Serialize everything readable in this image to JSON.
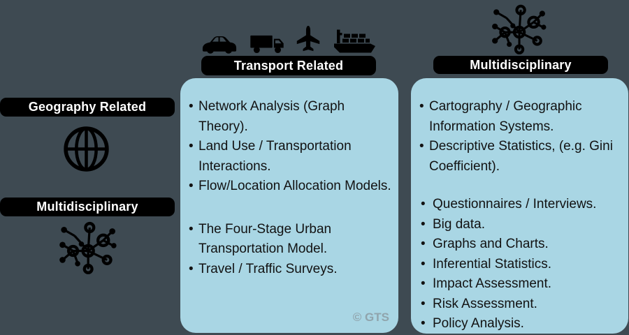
{
  "colors": {
    "background": "#3e4a52",
    "panel": "#a9d6e4",
    "bar": "#000000",
    "bar_text": "#ffffff",
    "body_text": "#121212",
    "watermark": "#90a4ac"
  },
  "left_panel": {
    "sections": [
      {
        "label": "Geography Related",
        "icon": "globe-icon"
      },
      {
        "label": "Multidisciplinary",
        "icon": "network-icon"
      }
    ]
  },
  "columns": [
    {
      "header": "Transport Related",
      "icons": [
        "car-icon",
        "truck-icon",
        "airplane-icon",
        "cargo-ship-icon"
      ],
      "groups": [
        {
          "items": [
            "Network Analysis (Graph Theory).",
            "Land Use / Transportation Interactions.",
            "Flow/Location Allocation Models."
          ]
        },
        {
          "items": [
            "The Four-Stage Urban Transportation Model.",
            "Travel / Traffic Surveys."
          ]
        }
      ],
      "watermark": "© GTS"
    },
    {
      "header": "Multidisciplinary",
      "icons": [
        "network-icon"
      ],
      "groups": [
        {
          "items": [
            "Cartography / Geographic Information Systems.",
            "Descriptive Statistics, (e.g. Gini Coefficient)."
          ]
        },
        {
          "items": [
            "Questionnaires / Interviews.",
            "Big data.",
            "Graphs and Charts.",
            "Inferential Statistics.",
            "Impact Assessment.",
            "Risk Assessment.",
            "Policy Analysis."
          ]
        }
      ]
    }
  ]
}
